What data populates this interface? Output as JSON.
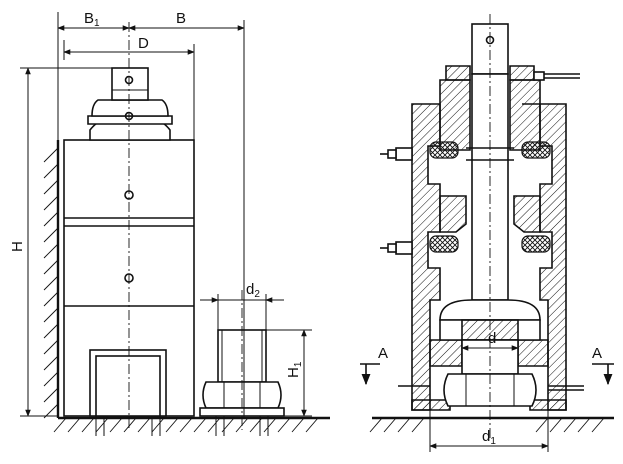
{
  "left_view": {
    "dimensions": {
      "b1": {
        "main": "B",
        "sub": "1"
      },
      "b": {
        "main": "B"
      },
      "d": {
        "main": "D"
      },
      "h": {
        "main": "H"
      },
      "h1": {
        "main": "H",
        "sub": "1"
      },
      "d2": {
        "main": "d",
        "sub": "2"
      }
    }
  },
  "right_view": {
    "dimensions": {
      "d": {
        "main": "d"
      },
      "d1": {
        "main": "d",
        "sub": "1"
      }
    },
    "section_marks": {
      "left": "A",
      "right": "A"
    }
  }
}
